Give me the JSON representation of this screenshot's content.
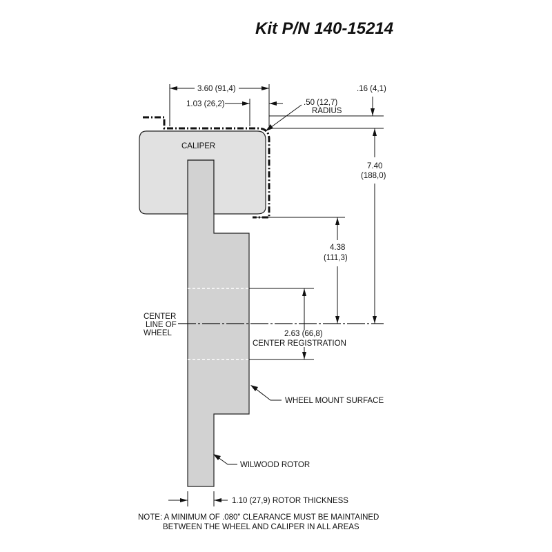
{
  "title": "Kit P/N 140-15214",
  "labels": {
    "caliper": "CALIPER",
    "dim_width": "3.60 (91,4)",
    "dim_offset": "1.03 (26,2)",
    "dim_radius_1": ".50 (12,7)",
    "dim_radius_2": "RADIUS",
    "dim_clearance": ".16 (4,1)",
    "dim_height_1": "7.40",
    "dim_height_2": "(188,0)",
    "dim_mount_1": "4.38",
    "dim_mount_2": "(111,3)",
    "centerline_1": "CENTER",
    "centerline_2": "LINE OF",
    "centerline_3": "WHEEL",
    "registration_1": "2.63 (66,8)",
    "registration_2": "CENTER REGISTRATION",
    "wheel_mount": "WHEEL MOUNT SURFACE",
    "rotor": "WILWOOD ROTOR",
    "rotor_thickness": "1.10 (27,9) ROTOR THICKNESS",
    "note_1": "NOTE: A MINIMUM OF .080\" CLEARANCE MUST BE MAINTAINED",
    "note_2": "BETWEEN THE WHEEL AND CALIPER IN ALL AREAS"
  }
}
